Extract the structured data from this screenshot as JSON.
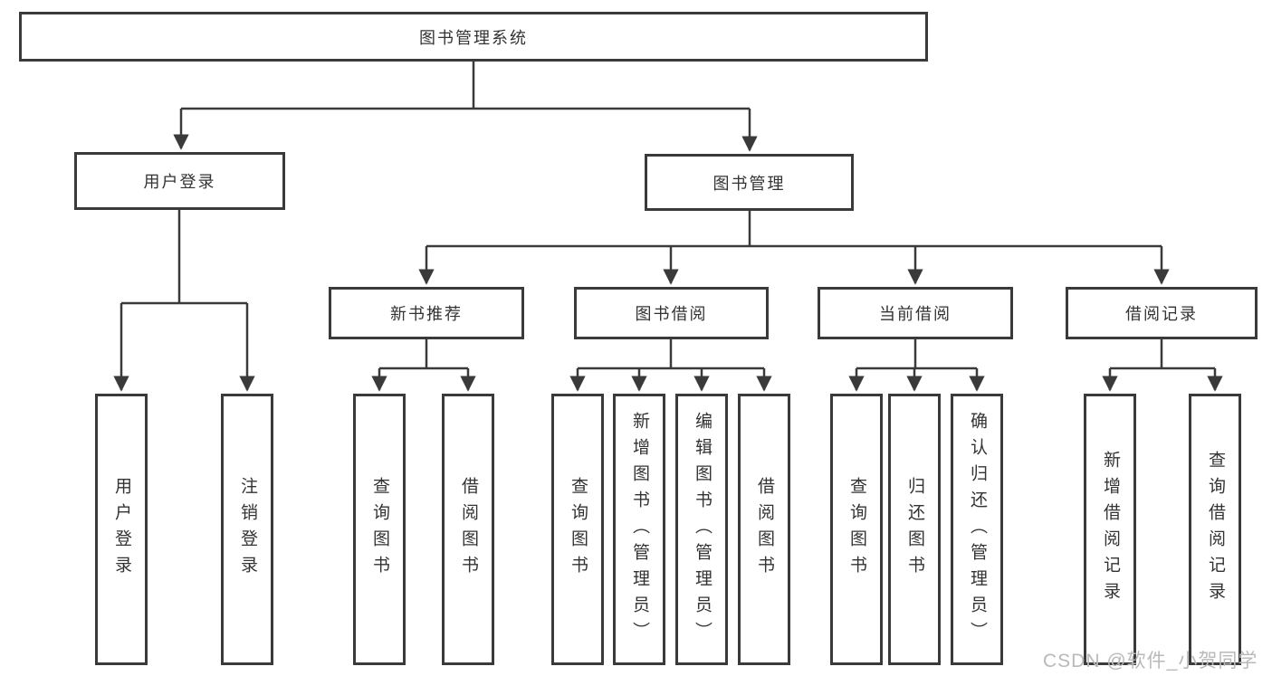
{
  "tree": {
    "root": "图书管理系统",
    "branches": [
      {
        "label": "用户登录",
        "children": [
          "用户登录",
          "注销登录"
        ]
      },
      {
        "label": "图书管理",
        "groups": [
          {
            "label": "新书推荐",
            "children": [
              "查询图书",
              "借阅图书"
            ]
          },
          {
            "label": "图书借阅",
            "children": [
              "查询图书",
              "新增图书（管理员）",
              "编辑图书（管理员）",
              "借阅图书"
            ]
          },
          {
            "label": "当前借阅",
            "children": [
              "查询图书",
              "归还图书",
              "确认归还（管理员）"
            ]
          },
          {
            "label": "借阅记录",
            "children": [
              "新增借阅记录",
              "查询借阅记录"
            ]
          }
        ]
      }
    ]
  },
  "watermark": "CSDN @软件_小贺同学",
  "colors": {
    "line": "#3a3a3a",
    "box_border": "#3a3a3a",
    "text": "#333333",
    "background": "#ffffff",
    "watermark": "#b9b9b9"
  }
}
